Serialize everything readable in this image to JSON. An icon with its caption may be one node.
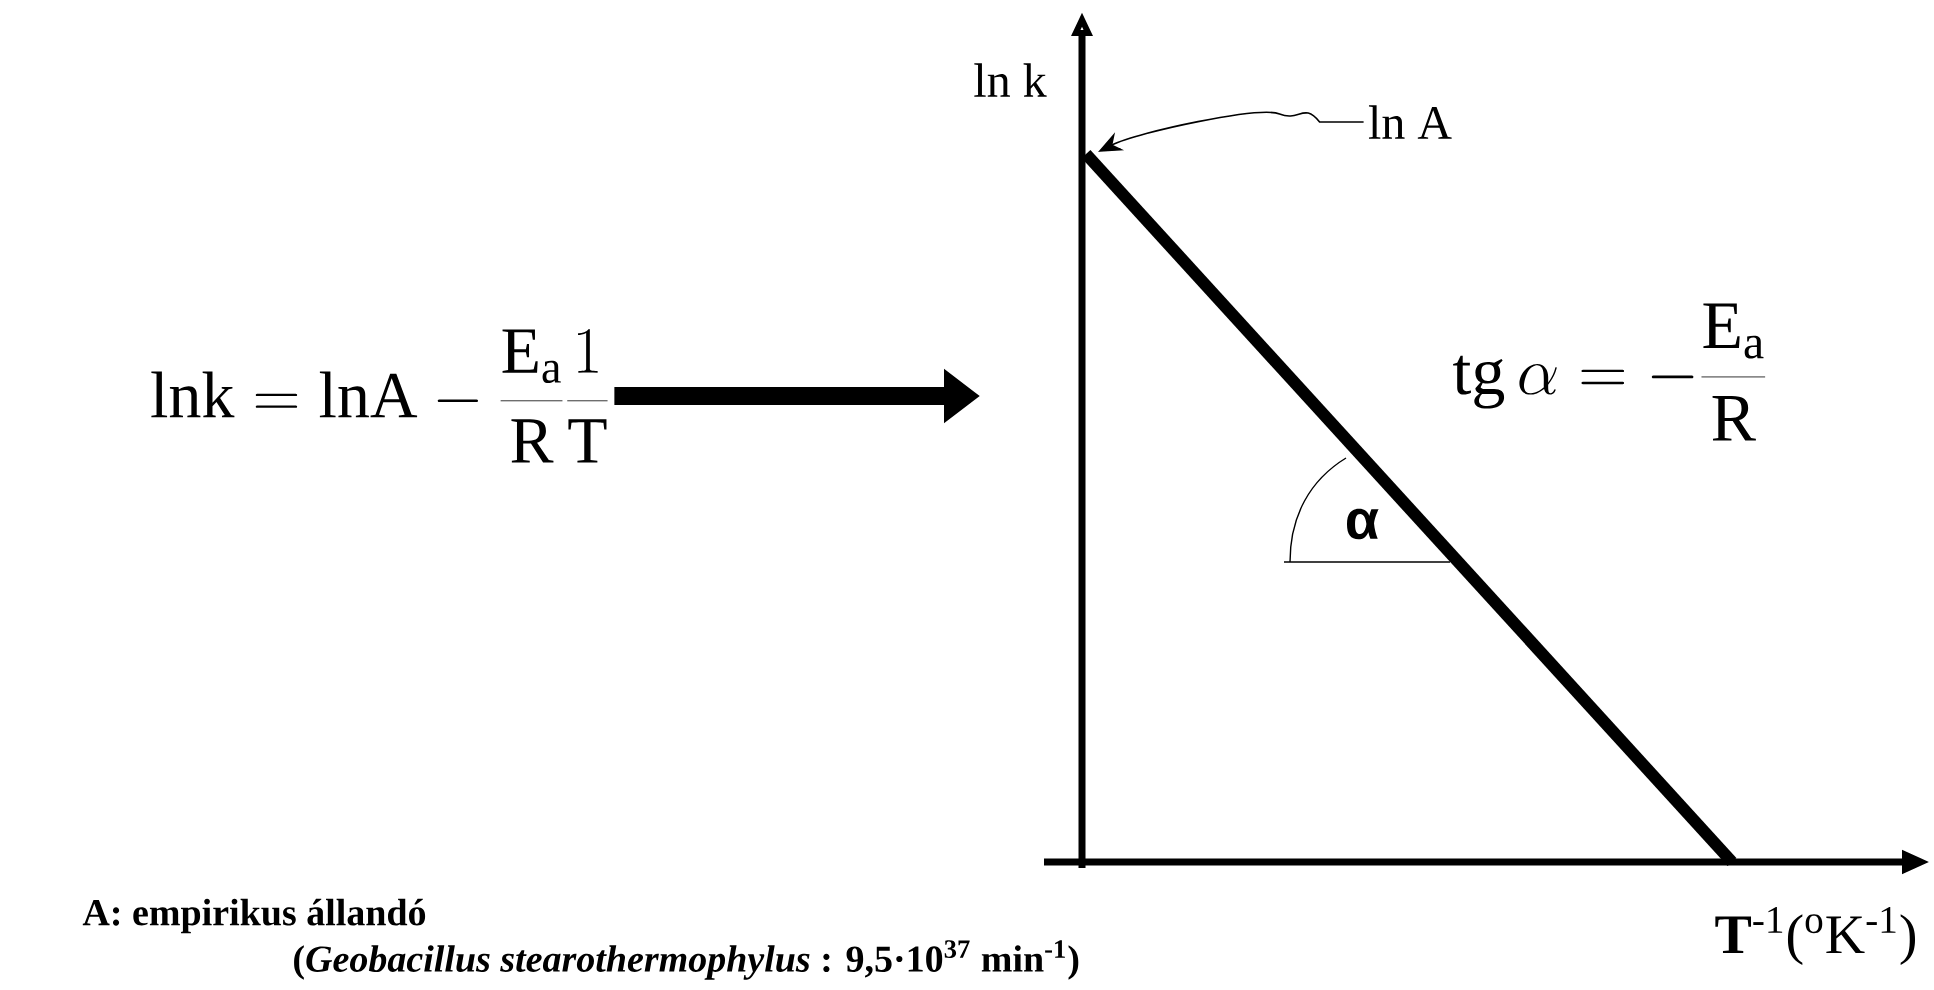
{
  "diagram": {
    "nodes": [
      {
        "text": [
          "\\mathrm{lnk}=\\mathrm{lnA}-\\frac{\\mathrm{E_a}}{\\mathrm{R}}\\frac{1}{\\mathrm{T}}"
        ]
      },
      {
        "text": [],
        "shape": "picture"
      },
      {
        "text": [
          "ln A"
        ],
        "in": 1
      }
    ],
    "edges": [
      {
        "from": 0,
        "to": 1,
        "arrow": "to",
        "style": "thick"
      },
      {
        "from": 2,
        "to": 1,
        "arrow": "to"
      }
    ],
    "labels": [
      "ln k",
      "\\mathrm{tg}\\,\\alpha=-\\frac{\\mathrm{E_a}}{\\mathrm{R}}",
      "α",
      "**T**$^{-1}$($^{o}$K$^{-1}$)",
      "A: empirikus állandó",
      "(*Geobacillus stearothermophylus* : 9,5·10$^{37}$ min$^{-1}$)"
    ]
  }
}
